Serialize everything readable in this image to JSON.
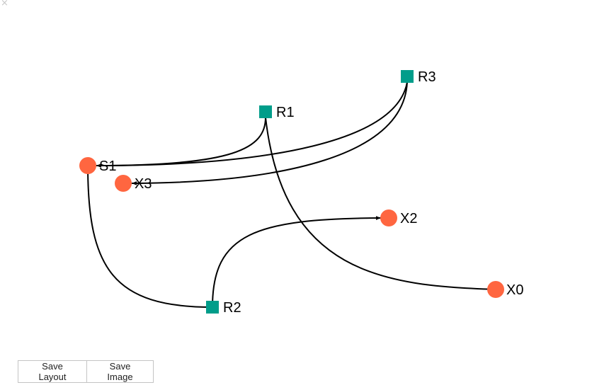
{
  "close_glyph": "×",
  "colors": {
    "species_node": "#ff6640",
    "reaction_node": "#009d8a",
    "edge": "#000000"
  },
  "nodes": {
    "s1": {
      "label": "S1",
      "kind": "species"
    },
    "x3": {
      "label": "X3",
      "kind": "species"
    },
    "x2": {
      "label": "X2",
      "kind": "species"
    },
    "x0": {
      "label": "X0",
      "kind": "species"
    },
    "r1": {
      "label": "R1",
      "kind": "reaction"
    },
    "r2": {
      "label": "R2",
      "kind": "reaction"
    },
    "r3": {
      "label": "R3",
      "kind": "reaction"
    }
  },
  "edges": [
    {
      "from": "R1",
      "to": "S1",
      "arrow": true
    },
    {
      "from": "R3",
      "to": "S1",
      "arrow": true
    },
    {
      "from": "R3",
      "to": "X3",
      "arrow": true
    },
    {
      "from": "X0",
      "to": "R1",
      "arrow": false
    },
    {
      "from": "S1",
      "to": "R2",
      "arrow": false
    },
    {
      "from": "R2",
      "to": "X2",
      "arrow": true
    }
  ],
  "toolbar": {
    "save_layout_label": "Save Layout",
    "save_image_label": "Save Image"
  }
}
